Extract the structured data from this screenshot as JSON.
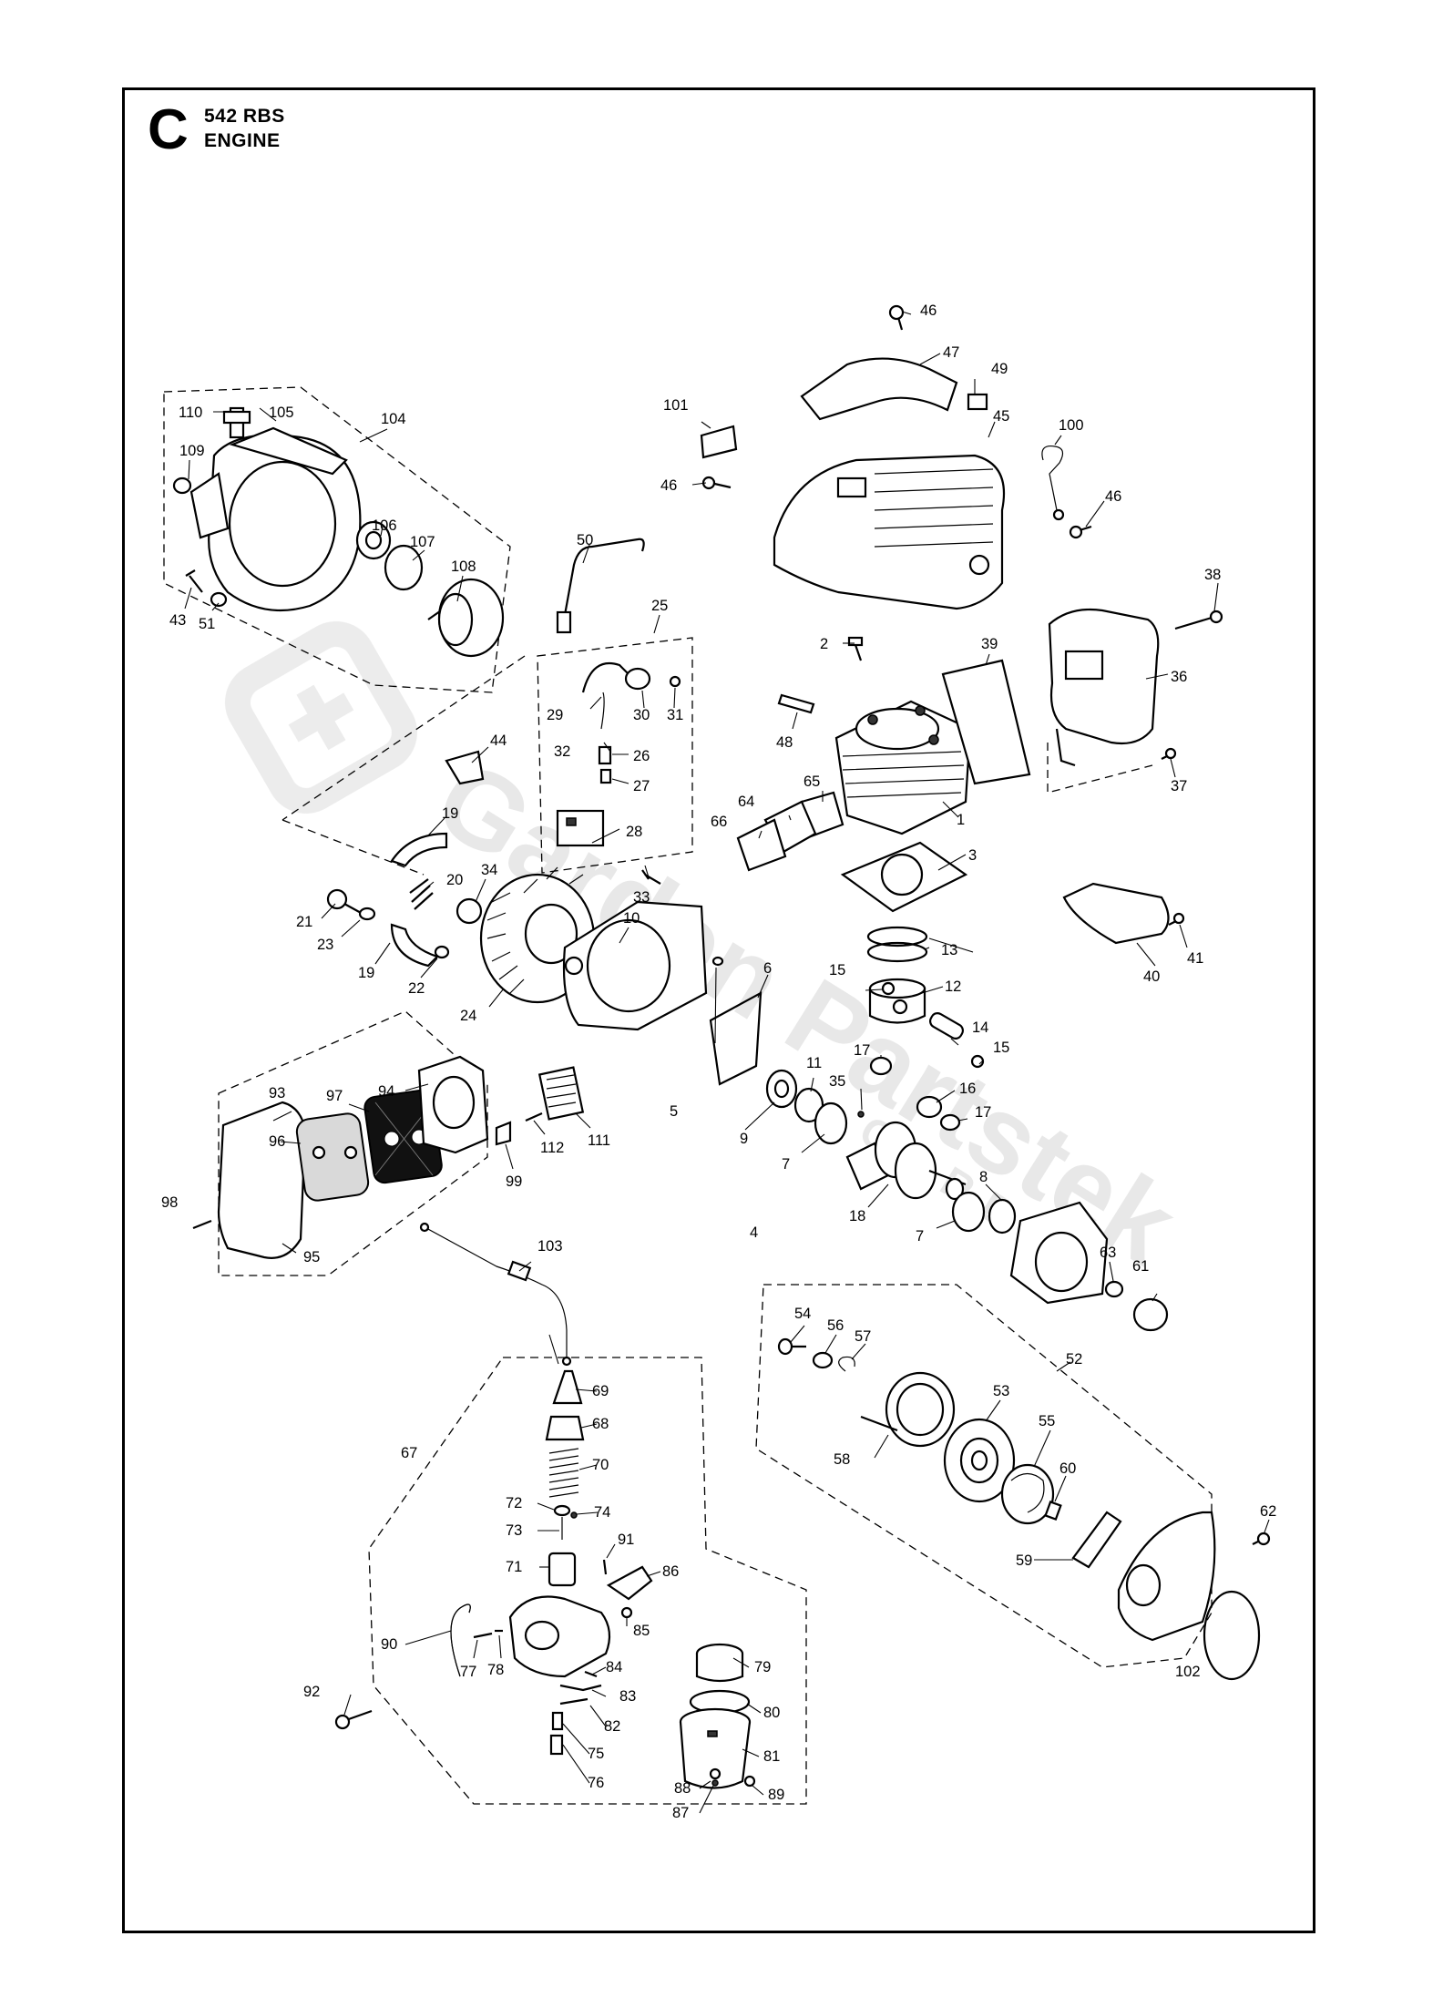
{
  "header": {
    "section_letter": "C",
    "model": "542 RBS",
    "group": "ENGINE"
  },
  "watermark": {
    "brand": "Garden Partstek",
    "sub": "GARDEN"
  },
  "part_labels": [
    "1",
    "2",
    "3",
    "4",
    "5",
    "6",
    "7",
    "7",
    "8",
    "9",
    "10",
    "11",
    "12",
    "13",
    "14",
    "15",
    "15",
    "16",
    "17",
    "17",
    "18",
    "19",
    "19",
    "20",
    "21",
    "22",
    "23",
    "24",
    "25",
    "26",
    "27",
    "28",
    "29",
    "30",
    "31",
    "32",
    "33",
    "34",
    "35",
    "36",
    "37",
    "38",
    "39",
    "40",
    "41",
    "43",
    "44",
    "45",
    "46",
    "46",
    "46",
    "47",
    "48",
    "49",
    "50",
    "51",
    "52",
    "53",
    "54",
    "55",
    "56",
    "57",
    "58",
    "59",
    "60",
    "61",
    "62",
    "63",
    "64",
    "65",
    "66",
    "67",
    "68",
    "69",
    "70",
    "71",
    "72",
    "73",
    "74",
    "75",
    "76",
    "77",
    "78",
    "79",
    "80",
    "81",
    "82",
    "83",
    "84",
    "85",
    "86",
    "87",
    "88",
    "89",
    "90",
    "91",
    "92",
    "93",
    "94",
    "95",
    "96",
    "97",
    "98",
    "99",
    "100",
    "101",
    "102",
    "103",
    "104",
    "105",
    "106",
    "107",
    "108",
    "109",
    "110",
    "111",
    "112"
  ]
}
